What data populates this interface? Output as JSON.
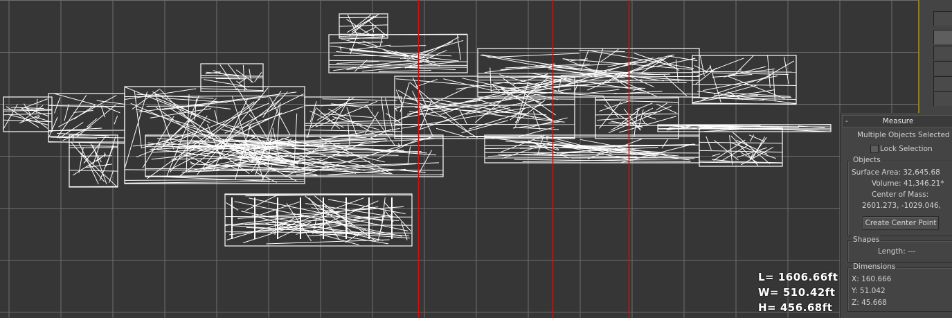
{
  "viewport": {
    "grid_color": "#6e6e6e",
    "background": "#363636",
    "wire_color": "#ffffff",
    "guide_color": "#d01010",
    "dimensions_overlay": {
      "length": "L= 1606.66ft",
      "width": "W= 510.42ft",
      "height": "H= 456.68ft"
    }
  },
  "measure_panel": {
    "collapse": "-",
    "title": "Measure",
    "selection_status": "Multiple Objects Selected",
    "lock_selection": "Lock Selection",
    "objects": {
      "label": "Objects",
      "surface_area": "Surface Area:  32,645.68",
      "volume": "Volume:  41,346.21*",
      "center_of_mass_label": "Center of Mass:",
      "center_of_mass": "2601.273, -1029.046,",
      "create_center_point": "Create Center Point"
    },
    "shapes": {
      "label": "Shapes",
      "length": "Length: ---"
    },
    "dimensions": {
      "label": "Dimensions",
      "x": "X:   160.666",
      "y": "Y:   51.042",
      "z": "Z:   45.668"
    }
  }
}
